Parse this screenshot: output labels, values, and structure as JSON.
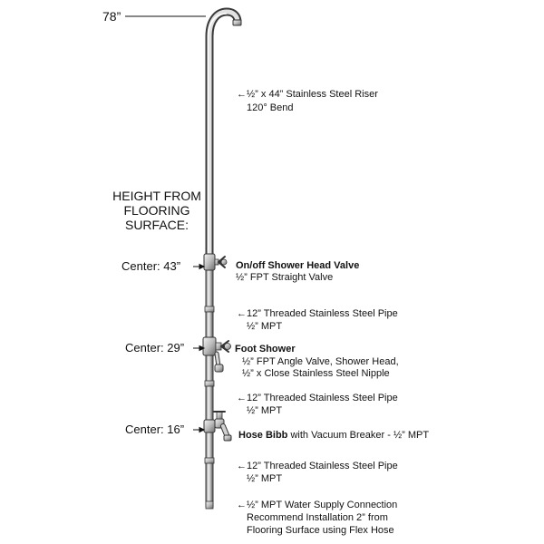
{
  "top_height": "78”",
  "height_header": [
    "HEIGHT FROM",
    "FLOORING",
    "SURFACE:"
  ],
  "arrow": "←",
  "centers": {
    "shower_valve": "Center:  43”",
    "foot_shower": "Center: 29”",
    "hose_bibb": "Center: 16”"
  },
  "components": {
    "riser": {
      "line1": "½” x 44” Stainless Steel Riser",
      "line2": "120° Bend"
    },
    "shower_valve": {
      "title": "On/off Shower Head Valve",
      "sub": "½” FPT Straight Valve"
    },
    "pipe_upper": {
      "line1": "12” Threaded Stainless Steel Pipe",
      "line2": "½” MPT"
    },
    "foot_shower": {
      "title": "Foot Shower",
      "line2": "½” FPT Angle Valve, Shower Head,",
      "line3": "½” x Close Stainless Steel Nipple"
    },
    "pipe_middle": {
      "line1": "12” Threaded Stainless Steel Pipe",
      "line2": "½” MPT"
    },
    "hose_bibb": {
      "title": "Hose Bibb",
      "rest": " with Vacuum Breaker - ½” MPT"
    },
    "pipe_lower": {
      "line1": "12” Threaded Stainless Steel Pipe",
      "line2": "½” MPT"
    },
    "supply": {
      "line1": "½” MPT Water Supply Connection",
      "line2": "Recommend Installation 2” from",
      "line3": "Flooring Surface using Flex Hose"
    }
  },
  "colors": {
    "metal_light": "#eeeeee",
    "metal_mid": "#b9b9b9",
    "metal_dark": "#555555",
    "ink": "#111111"
  }
}
